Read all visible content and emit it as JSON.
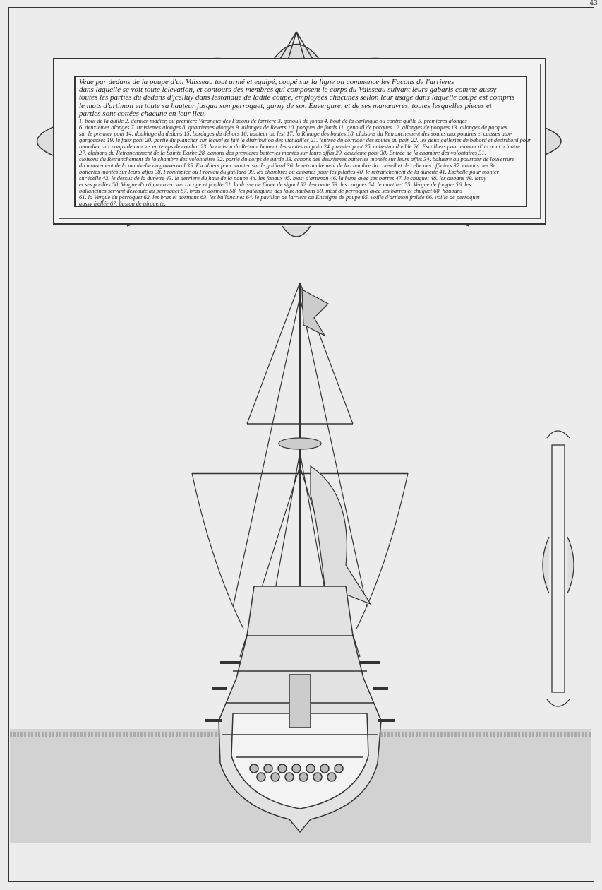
{
  "page_number": "43",
  "cartouche": {
    "title_lines": [
      "Veue par dedans de la poupe d'un Vaisseau tout armé et equipé, coupé sur la ligne ou commence les Facons de l'arrieres",
      "dans laquelle se voit toute lelevation, et contours des membres qui composent le corps du Vaisseau suivant leurs gabaris comme aussy",
      "toutes les parties du dedans d'jcelluy dans lestandue de ladite coupe, employées chacunes sellon leur usage dans laquelle coupe est compris",
      "le mats d'artimon en toute sa hauteur jusqua son perroquet, garny de son Envergure, et de ses manœuvres, toutes lesquelles pieces et",
      "parties sont cottées chacune en leur lieu."
    ],
    "legend_lines": [
      "1. bout de la quille 2. dernier madier, ou premiere Varangue des Facons de larriere 3. genouil de fonds 4. bout de la carlingue ou contre quille 5. premieres alonges",
      "6. deuxiemes alonges 7. troisiemes alonges 8. quatriemes alonges 9. allonges de Revers 10. porques de fonds 11. genouil de porques 12. allonges de porques 13. allonges de porques",
      "sur le premier pont 14. doublage du dedans 15. bordages du dehors 16. hauteur du lest 17. la Rimage des boutes 18. cloisons du Retranchement des soutes aux poudres et caisses aux-",
      "gargousses 19. le faux pont 20. partie du plancher sur lequel se fait la distribution des victuailles 21. lentrée du corridor des soutes au pain 22. les deux galleries de babord et destribord pour",
      "remedier aux coups de canons en temps de combat 23. la cloison du Retranchement des soutes au pain 24. premier pont 25. cabestan double 26. Escalliers pour monter d'un pont a lautre",
      "27. cloisons du Retranchement de la Sainte Barbe 28. canons des premieres batteries montés sur leurs affus 29. deuxieme pont 30. Entrée de la chambre des volontaires 31.",
      "cloisons du Retranchement de la chambre des volontaires 32. partie du corps de garde 33. canons des deuxiemes batteries montés sur leurs affus 34. balustre au pourtour de louverture",
      "du mouvement de la manivelle du gouvernail 35. Escalliers pour monter sur le gaillard 36. le retranchement de la chambre du conseil et de celle des officiers 37. canons des 3e",
      "batteries montés sur leurs affus 38. Frontispice ou Frontau du gaillard 39. les chambres ou cabanes pour les pilottes 40. le retranchement de la dunette 41. Eschelle pour monter",
      "sur icelle 42. le dessus de la dunette 43. le derriere du haut de la poupe 44. les fanaux 45. mast d'artimon 46. la hune avec ses barres 47. le chuquet 48. les aubans 49. letay",
      "et ses poulies 50. Vergue d'artimon avec son racage et poulie 51. la drisse de flame de signal 52. lescoutte 53. les cargues 54. le martinet 55. Vergue de fougue 56. les",
      "ballancines servant descoute au perroquet 57. bras et dormans 58. les palanquins des faux haubans 59. mast de perroquet avec ses barres et chuquet 60. haubans",
      "61. la Vergue du perroquet 62. les bras et dormans 63. les ballancines 64. le pavillon de larriere ou Enseigne de poupe 65. voille d'artimon frellée 66. voille de perroquet",
      "aussy frellée 67. baston de girouette."
    ]
  },
  "colors": {
    "paper": "#ececec",
    "ink": "#2a2a2a",
    "water": "#d4d4d4"
  }
}
